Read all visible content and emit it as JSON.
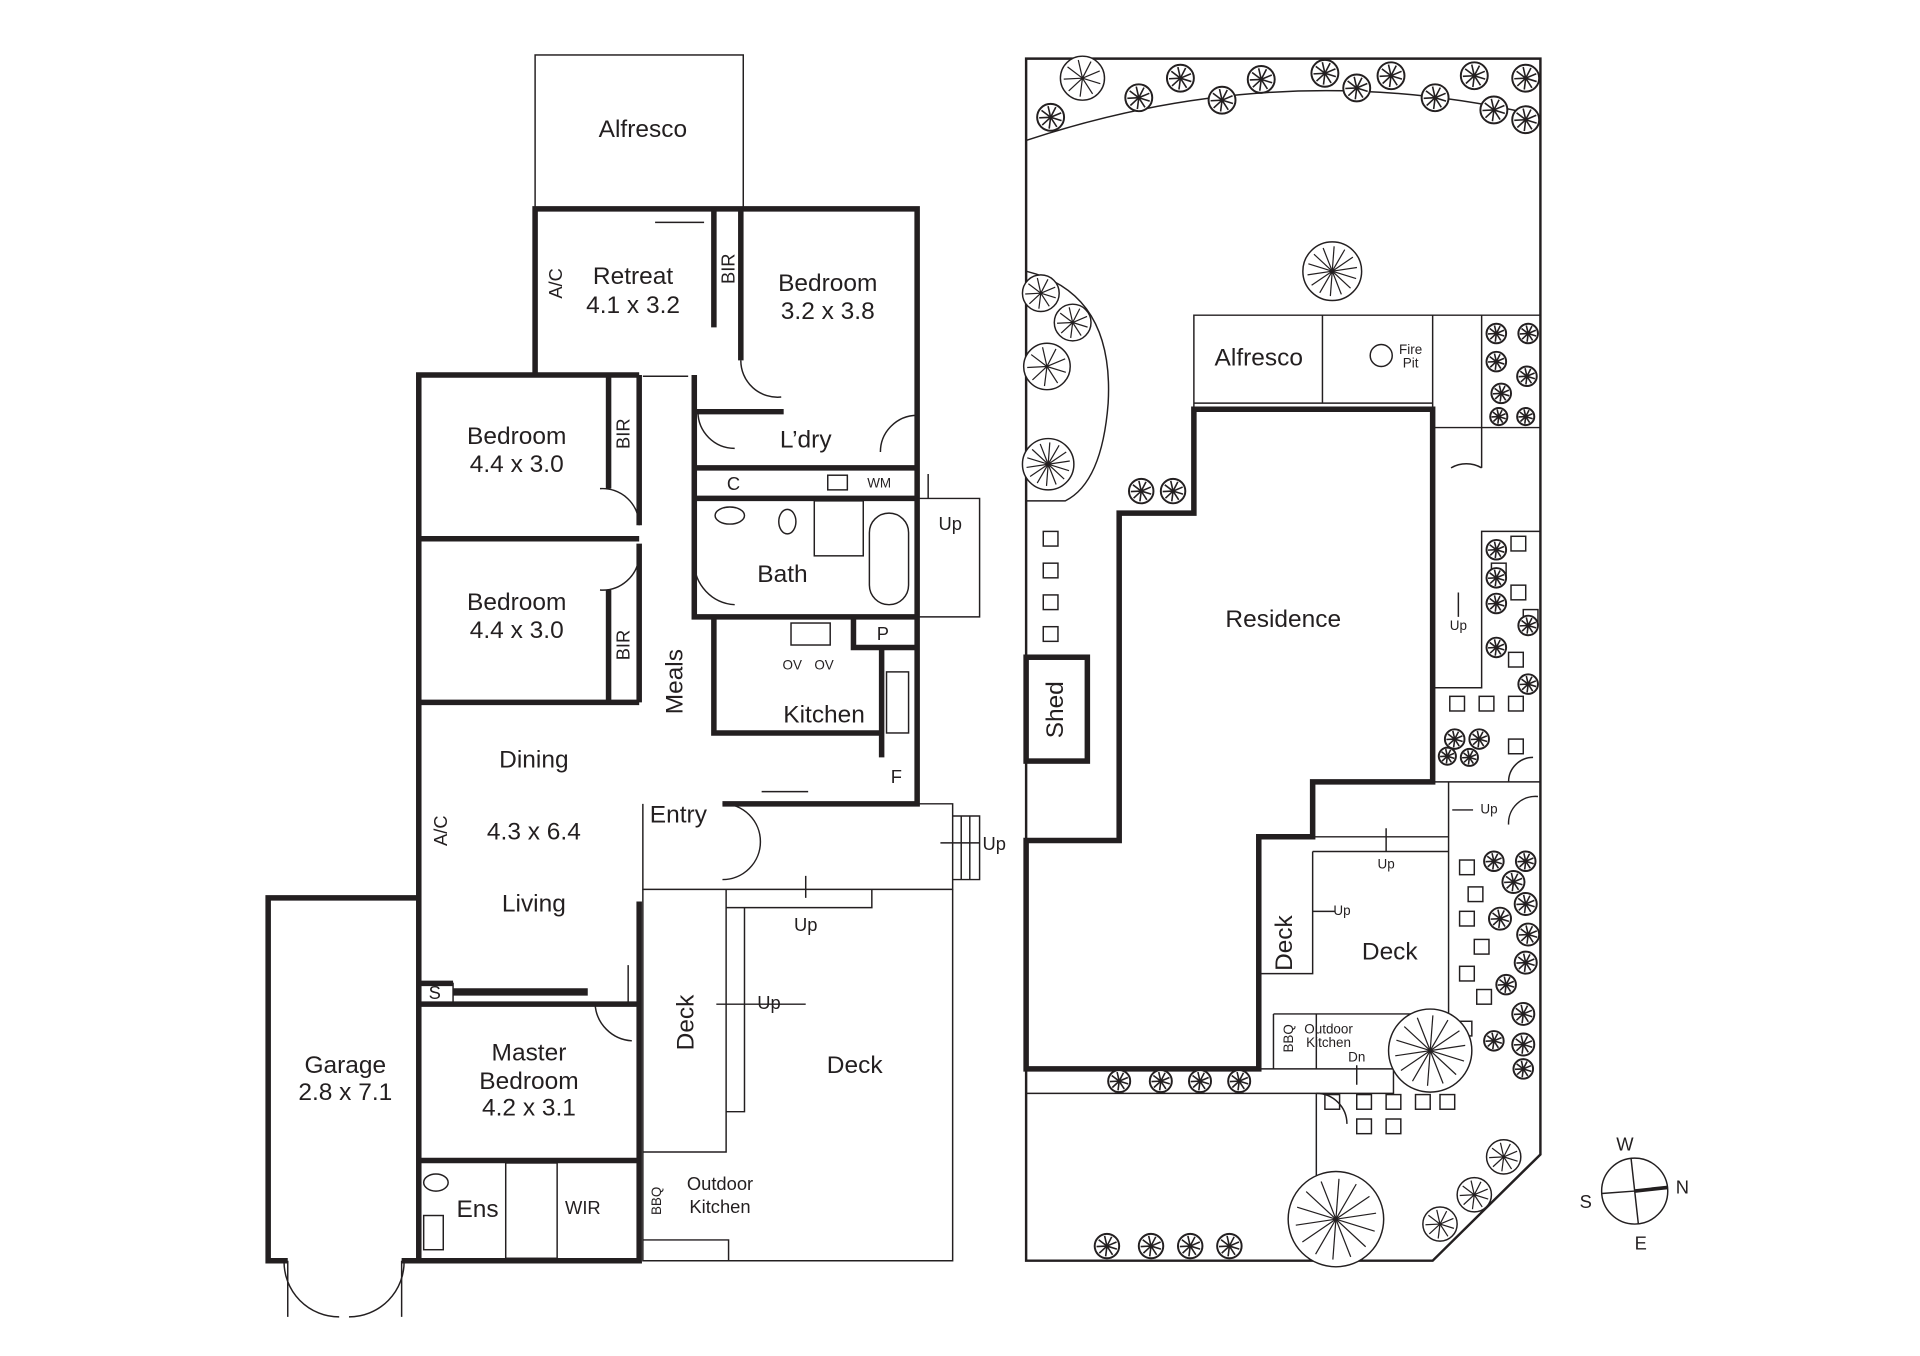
{
  "floor_plan": {
    "alfresco": "Alfresco",
    "retreat": {
      "name": "Retreat",
      "dims": "4.1 x 3.2"
    },
    "bedroom_rear": {
      "name": "Bedroom",
      "dims": "3.2 x 3.8"
    },
    "bedroom_1": {
      "name": "Bedroom",
      "dims": "4.4 x 3.0"
    },
    "bedroom_2": {
      "name": "Bedroom",
      "dims": "4.4 x 3.0"
    },
    "bir": "BIR",
    "ac": "A/C",
    "laundry": "L’dry",
    "cupboard": "C",
    "washing_machine": "WM",
    "up": "Up",
    "bath": "Bath",
    "pantry": "P",
    "oven": "OV",
    "meals": "Meals",
    "kitchen": "Kitchen",
    "fridge": "F",
    "dining": "Dining",
    "living_dims": "4.3 x 6.4",
    "living": "Living",
    "entry": "Entry",
    "deck": "Deck",
    "storage": "S",
    "master": {
      "name1": "Master",
      "name2": "Bedroom",
      "dims": "4.2 x 3.1"
    },
    "garage": {
      "name": "Garage",
      "dims": "2.8 x 7.1"
    },
    "ensuite": "Ens",
    "wir": "WIR",
    "bbq": "BBQ",
    "outdoor_kitchen": {
      "line1": "Outdoor",
      "line2": "Kitchen"
    }
  },
  "site_plan": {
    "alfresco": "Alfresco",
    "fire_pit": {
      "line1": "Fire",
      "line2": "Pit"
    },
    "residence": "Residence",
    "shed": "Shed",
    "up": "Up",
    "deck": "Deck",
    "bbq": "BBQ",
    "outdoor_kitchen": {
      "line1": "Outdoor",
      "line2": "Kitchen"
    },
    "down": "Dn"
  },
  "compass": {
    "west": "W",
    "south": "S",
    "north": "N",
    "east": "E"
  }
}
